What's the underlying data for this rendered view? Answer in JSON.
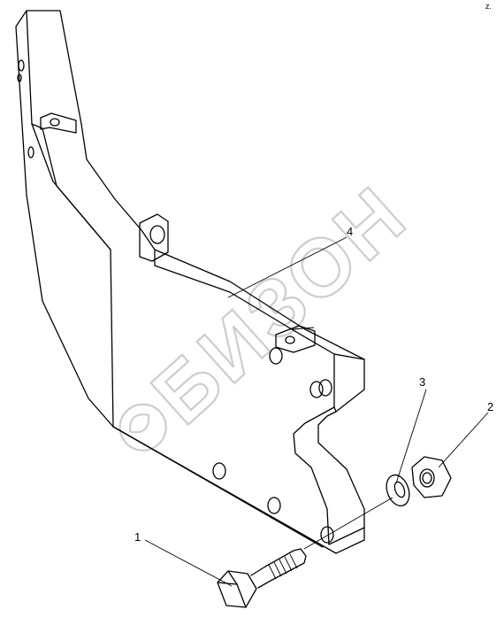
{
  "diagram": {
    "watermark": "БИЗОН",
    "corner_mark": "z.",
    "callouts": [
      {
        "id": "1",
        "label": "1"
      },
      {
        "id": "2",
        "label": "2"
      },
      {
        "id": "3",
        "label": "3"
      },
      {
        "id": "4",
        "label": "4"
      }
    ]
  }
}
